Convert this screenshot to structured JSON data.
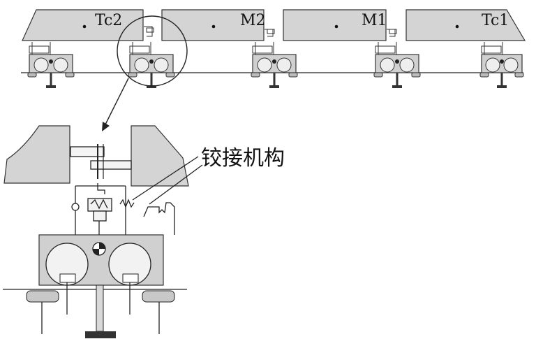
{
  "cars": [
    {
      "id": "tc2",
      "label": "Tc2"
    },
    {
      "id": "m2",
      "label": "M2"
    },
    {
      "id": "m1",
      "label": "M1"
    },
    {
      "id": "tc1",
      "label": "Tc1"
    }
  ],
  "callout": {
    "label": "铰接机构"
  }
}
